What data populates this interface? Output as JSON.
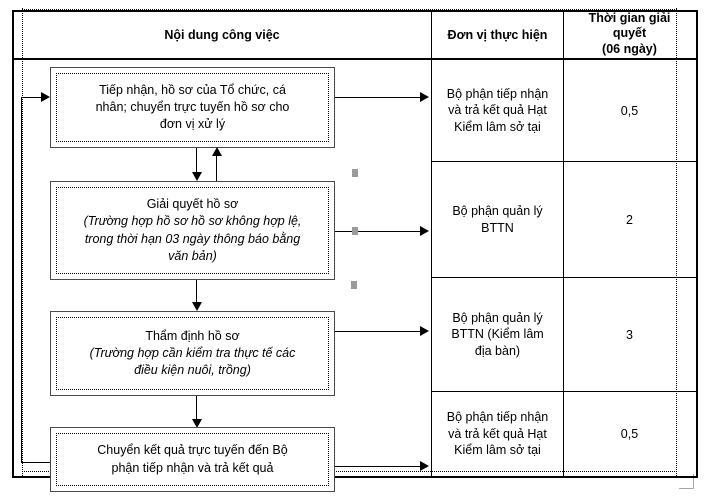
{
  "document": {
    "type": "process-flow-table",
    "language": "vi"
  },
  "table": {
    "headers": [
      "Nội dung công việc",
      "Đơn vị thực hiện",
      "Thời gian giải quyết\n(06 ngày)"
    ],
    "header_col1": "Nội dung công việc",
    "header_col2": "Đơn vị thực hiện",
    "header_col3_line1": "Thời gian giải",
    "header_col3_line2": "quyết",
    "header_col3_line3": "(06 ngày)",
    "rows": [
      {
        "unit_line1": "Bộ phận tiếp nhận",
        "unit_line2": "và trả kết quả Hạt",
        "unit_line3": "Kiểm lâm sở tại",
        "duration": "0,5"
      },
      {
        "unit_line1": "Bộ phận quản lý",
        "unit_line2": "BTTN",
        "unit_line3": "",
        "duration": "2"
      },
      {
        "unit_line1": "Bộ phận quản lý",
        "unit_line2": "BTTN (Kiểm lâm",
        "unit_line3": "địa bàn)",
        "duration": "3"
      },
      {
        "unit_line1": "Bộ phận tiếp nhận",
        "unit_line2": "và trả kết quả Hạt",
        "unit_line3": "Kiểm lâm sở tại",
        "duration": "0,5"
      }
    ]
  },
  "flowchart": {
    "boxes": [
      {
        "id": "receive",
        "line1": "Tiếp nhận, hồ sơ của Tổ chức, cá",
        "line2": "nhân; chuyển trực tuyến hồ sơ cho",
        "line3": "đơn vị xử lý",
        "italic_lines": []
      },
      {
        "id": "resolve",
        "line1": "Giải quyết hồ sơ",
        "line2": "(Trường hợp hồ sơ hồ sơ không hợp lệ,",
        "line3": "trong thời hạn 03 ngày thông báo bằng",
        "line4": "văn bản)"
      },
      {
        "id": "appraise",
        "line1": "Thẩm định hồ sơ",
        "line2": "(Trường hợp cần kiểm tra thực tế các",
        "line3": "điều kiện nuôi, trồng)"
      },
      {
        "id": "deliver",
        "line1": "Chuyển kết quả trực tuyến đến Bộ",
        "line2": "phận tiếp nhận và trả kết quả"
      }
    ]
  },
  "colors": {
    "line": "#000000",
    "box_border": "#4a4a4a",
    "handle": "#9a9a9a",
    "margin_guide": "#a6a6a6",
    "background": "#ffffff"
  }
}
